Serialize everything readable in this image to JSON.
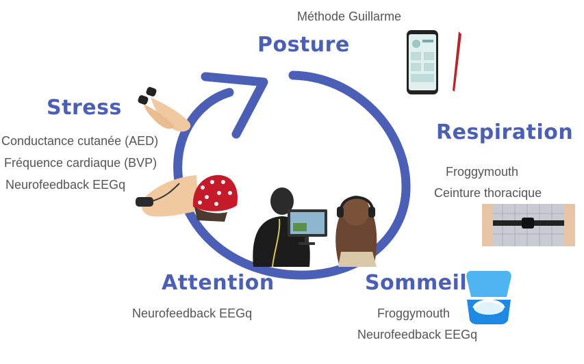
{
  "posture": {
    "title": "Posture",
    "items": [
      "Méthode Guillarme"
    ]
  },
  "stress": {
    "title": "Stress",
    "items": [
      "Conductance cutanée (AED)",
      "Fréquence cardiaque (BVP)",
      "Neurofeedback EEGq"
    ]
  },
  "respiration": {
    "title": "Respiration",
    "items": [
      "Froggymouth",
      "Ceinture thoracique"
    ]
  },
  "attention": {
    "title": "Attention",
    "items": [
      "Neurofeedback EEGq"
    ]
  },
  "sommeil": {
    "title": "Sommeil",
    "items": [
      "Froggymouth",
      "Neurofeedback EEGq"
    ]
  },
  "colors": {
    "accent": "#4a5fb5",
    "text": "#555555"
  },
  "icons": [
    "smartphone-app-image",
    "stylus-image",
    "finger-sensors-image",
    "hand-sensor-image",
    "eeg-cap-image",
    "neurofeedback-session-image",
    "chest-belt-image",
    "mouth-device-case-image",
    "cycle-arrow"
  ]
}
